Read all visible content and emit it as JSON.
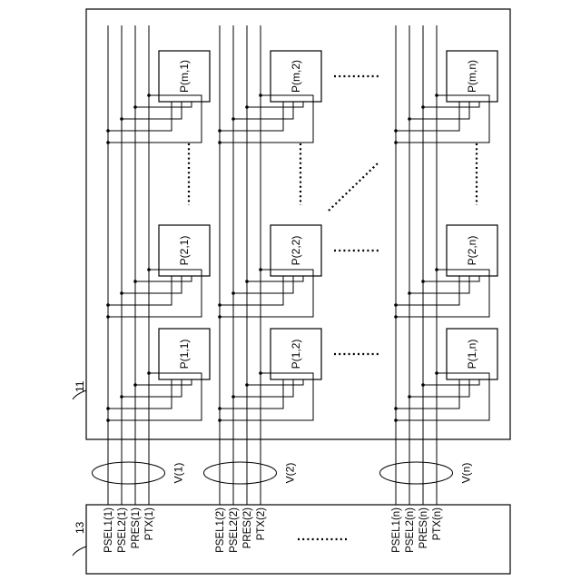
{
  "figure": {
    "pixel_array_ref": "11",
    "vertical_circuit_ref": "13",
    "columns": [
      {
        "id": "1",
        "bundle_label": "V(1)",
        "pixels": {
          "top": "P(m,1)",
          "middle": "P(2,1)",
          "bottom": "P(1,1)"
        },
        "signals": [
          "PSEL1(1)",
          "PSEL2(1)",
          "PRES(1)",
          "PTX(1)"
        ]
      },
      {
        "id": "2",
        "bundle_label": "V(2)",
        "pixels": {
          "top": "P(m,2)",
          "middle": "P(2,2)",
          "bottom": "P(1,2)"
        },
        "signals": [
          "PSEL1(2)",
          "PSEL2(2)",
          "PRES(2)",
          "PTX(2)"
        ]
      },
      {
        "id": "n",
        "bundle_label": "V(n)",
        "pixels": {
          "top": "P(m,n)",
          "middle": "P(2,n)",
          "bottom": "P(1,n)"
        },
        "signals": [
          "PSEL1(n)",
          "PSEL2(n)",
          "PRES(n)",
          "PTX(n)"
        ]
      }
    ]
  }
}
